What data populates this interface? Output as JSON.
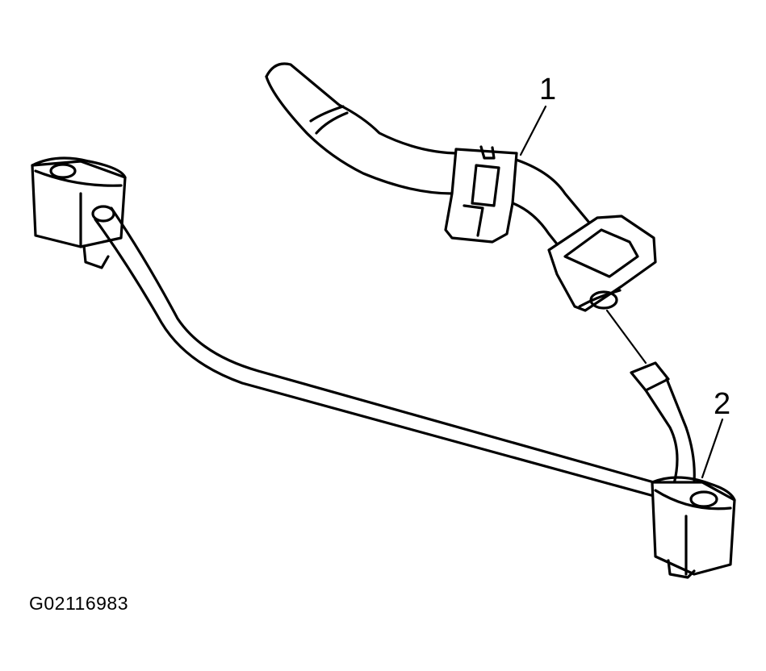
{
  "diagram": {
    "callouts": [
      {
        "id": "1",
        "label": "1"
      },
      {
        "id": "2",
        "label": "2"
      }
    ],
    "figure_id": "G02116983"
  }
}
